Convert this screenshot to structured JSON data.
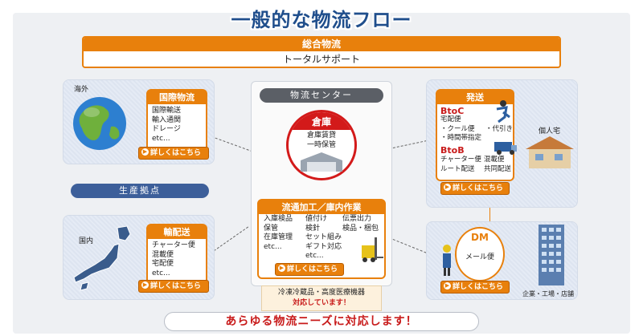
{
  "title": "一般的な物流フロー",
  "sogo": {
    "header": "総合物流",
    "body": "トータルサポート"
  },
  "kaigai": {
    "region": "海外",
    "header": "国際物流",
    "items": "国際輸送\n輸入通関\nドレージ\netc...",
    "button": "詳しくはこちら"
  },
  "seisan": {
    "label": "生産拠点"
  },
  "kokunai": {
    "region": "国内",
    "header": "輸配送",
    "items": "チャーター便\n混載便\n宅配便\netc...",
    "button": "詳しくはこちら"
  },
  "center": {
    "label": "物流センター",
    "soko": {
      "header": "倉庫",
      "items": "倉庫賃貸\n一時保管"
    },
    "ryutsu": {
      "header": "流通加工／庫内作業",
      "col1": "入庫検品\n保管\n在庫管理\netc...",
      "col2": "値付け\n検針\nセット組み\nギフト対応\netc...",
      "col3": "伝票出力\n検品・梱包",
      "button": "詳しくはこちら"
    }
  },
  "hasso": {
    "header": "発送",
    "btoc": "BtoC",
    "btoc_items": "宅配便\n・クール便\n・時間帯指定",
    "btoc_side": "・代引き",
    "btob": "BtoB",
    "btob_items": "チャーター便\nルート配送",
    "btob_side": "混載便\n共同配送",
    "button": "詳しくはこちら",
    "dest": "個人宅"
  },
  "dm": {
    "header": "DM",
    "items": "メール便",
    "button": "詳しくはこちら",
    "dest": "企業・工場・店舗"
  },
  "reito": {
    "line1": "冷凍冷蔵品・高度医療機器",
    "line2": "対応しています！"
  },
  "banner": "あらゆる物流ニーズに対応します！",
  "colors": {
    "accent": "#e8800c",
    "red": "#d31a1a",
    "navy": "#1f4e8c",
    "pill": "#3d5f9a"
  }
}
